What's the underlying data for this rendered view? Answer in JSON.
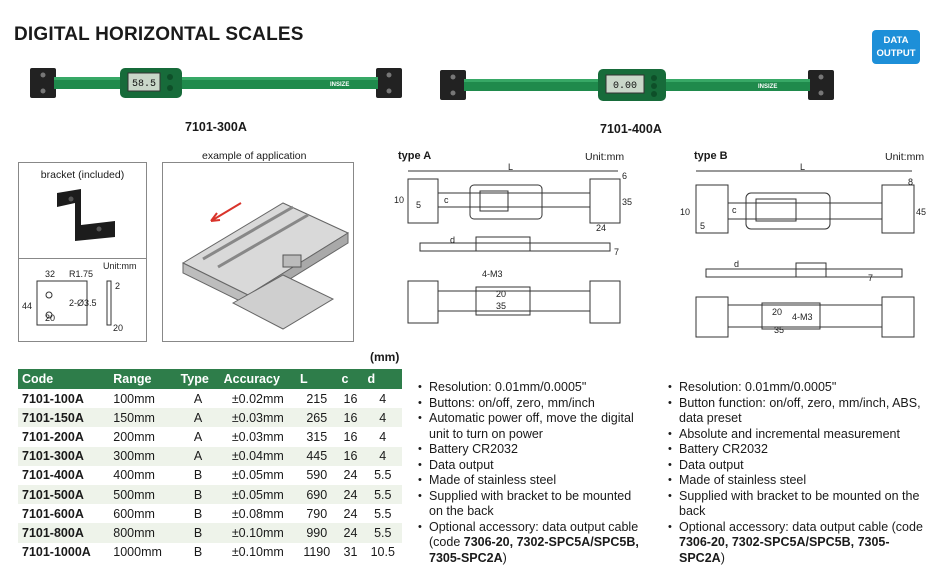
{
  "page": {
    "title": "DIGITAL HORIZONTAL SCALES",
    "badge_line1": "DATA",
    "badge_line2": "OUTPUT"
  },
  "products": {
    "left_model": "7101-300A",
    "right_model": "7101-400A",
    "left_display": "58.5",
    "right_display": "0.00",
    "brand": "INSIZE"
  },
  "bracket_panel": {
    "title": "bracket (included)",
    "unit": "Unit:mm",
    "dims": [
      "32",
      "R1.75",
      "44",
      "2-Ø3.5",
      "20",
      "2",
      "20"
    ]
  },
  "application_panel": {
    "title": "example of application"
  },
  "drawings": {
    "type_a": {
      "title": "type A",
      "unit": "Unit:mm",
      "L": "L",
      "dims": [
        "6",
        "10",
        "5",
        "c",
        "35",
        "24",
        "d",
        "7",
        "4-M3",
        "20",
        "35"
      ]
    },
    "type_b": {
      "title": "type B",
      "unit": "Unit:mm",
      "L": "L",
      "dims": [
        "8",
        "10",
        "5",
        "c",
        "45",
        "d",
        "7",
        "20",
        "4-M3",
        "35"
      ]
    }
  },
  "table": {
    "unit": "(mm)",
    "headers": [
      "Code",
      "Range",
      "Type",
      "Accuracy",
      "L",
      "c",
      "d"
    ],
    "rows": [
      [
        "7101-100A",
        "100mm",
        "A",
        "±0.02mm",
        "215",
        "16",
        "4"
      ],
      [
        "7101-150A",
        "150mm",
        "A",
        "±0.03mm",
        "265",
        "16",
        "4"
      ],
      [
        "7101-200A",
        "200mm",
        "A",
        "±0.03mm",
        "315",
        "16",
        "4"
      ],
      [
        "7101-300A",
        "300mm",
        "A",
        "±0.04mm",
        "445",
        "16",
        "4"
      ],
      [
        "7101-400A",
        "400mm",
        "B",
        "±0.05mm",
        "590",
        "24",
        "5.5"
      ],
      [
        "7101-500A",
        "500mm",
        "B",
        "±0.05mm",
        "690",
        "24",
        "5.5"
      ],
      [
        "7101-600A",
        "600mm",
        "B",
        "±0.08mm",
        "790",
        "24",
        "5.5"
      ],
      [
        "7101-800A",
        "800mm",
        "B",
        "±0.10mm",
        "990",
        "24",
        "5.5"
      ],
      [
        "7101-1000A",
        "1000mm",
        "B",
        "±0.10mm",
        "1190",
        "31",
        "10.5"
      ]
    ]
  },
  "features_a": {
    "items": [
      "Resolution: 0.01mm/0.0005\"",
      "Buttons: on/off, zero, mm/inch",
      "Automatic power off, move the digital unit to turn on power",
      "Battery CR2032",
      "Data output",
      "Made of stainless steel",
      "Supplied with bracket to be mounted on the back"
    ],
    "accessory_prefix": "Optional accessory: data output cable (code ",
    "accessory_codes": "7306-20, 7302-SPC5A/SPC5B, 7305-SPC2A",
    "accessory_suffix": ")"
  },
  "features_b": {
    "items": [
      "Resolution: 0.01mm/0.0005\"",
      "Button function: on/off, zero, mm/inch, ABS, data preset",
      "Absolute and incremental measurement",
      "Battery CR2032",
      "Data output",
      "Made of stainless steel",
      "Supplied with bracket to be mounted on the back"
    ],
    "accessory_prefix": "Optional accessory: data output cable (code ",
    "accessory_codes": "7306-20, 7302-SPC5A/SPC5B, 7305-SPC2A",
    "accessory_suffix": ")"
  },
  "colors": {
    "header_green": "#2e7d4a",
    "scale_green": "#1f8a4c",
    "badge_blue": "#1d8fd8"
  }
}
